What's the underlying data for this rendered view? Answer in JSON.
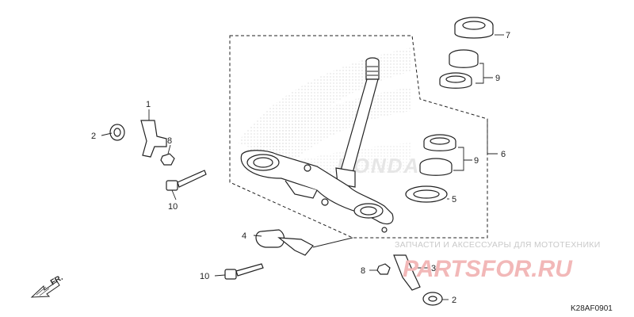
{
  "diagram": {
    "callouts": [
      {
        "id": "c1",
        "text": "1"
      },
      {
        "id": "c2a",
        "text": "2"
      },
      {
        "id": "c8a",
        "text": "8"
      },
      {
        "id": "c10a",
        "text": "10"
      },
      {
        "id": "c7",
        "text": "7"
      },
      {
        "id": "c9a",
        "text": "9"
      },
      {
        "id": "c6",
        "text": "6"
      },
      {
        "id": "c9b",
        "text": "9"
      },
      {
        "id": "c5",
        "text": "5"
      },
      {
        "id": "c4",
        "text": "4"
      },
      {
        "id": "c10b",
        "text": "10"
      },
      {
        "id": "c8b",
        "text": "8"
      },
      {
        "id": "c3",
        "text": "3"
      },
      {
        "id": "c2b",
        "text": "2"
      }
    ],
    "front_marker": "FR.",
    "diagram_code": "K28AF0901"
  },
  "watermark": {
    "caption": "ЗАПЧАСТИ И АКСЕССУАРЫ ДЛЯ МОТОТЕХНИКИ",
    "brand": "PARTSFOR.RU",
    "background_logo": "HONDA"
  },
  "colors": {
    "line": "#222222",
    "watermark_red": "#f2b8b8",
    "watermark_grey": "#c9c9c9",
    "logo_dots": "#e3e3e3"
  }
}
